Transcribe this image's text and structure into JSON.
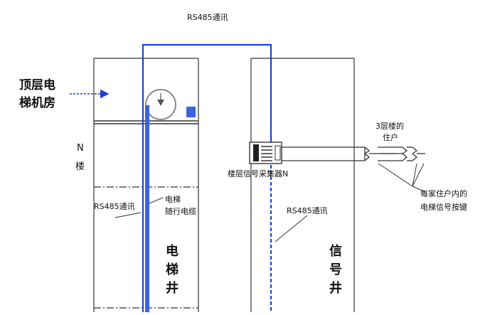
{
  "labels": {
    "rs485_top": "RS485通讯",
    "machine_room_line1": "顶层电",
    "machine_room_line2": "梯机房",
    "floor_n_char1": "N",
    "floor_n_char2": "楼",
    "rs485_left": "RS485通讯",
    "cable_line1": "电梯",
    "cable_line2": "随行电缆",
    "shaft_elevator_1": "电",
    "shaft_elevator_2": "梯",
    "shaft_elevator_3": "井",
    "collector": "楼层信号采集器N",
    "rs485_right": "RS485通讯",
    "shaft_signal_1": "信",
    "shaft_signal_2": "号",
    "shaft_signal_3": "井",
    "resident_line1": "3层楼的",
    "resident_line2": "住户",
    "buttons_line1": "每家住户内的",
    "buttons_line2": "电梯信号按键"
  },
  "colors": {
    "comm_line": "#1f3fe0",
    "cable": "#3a63e0",
    "outline": "#333333",
    "text": "#111111"
  }
}
